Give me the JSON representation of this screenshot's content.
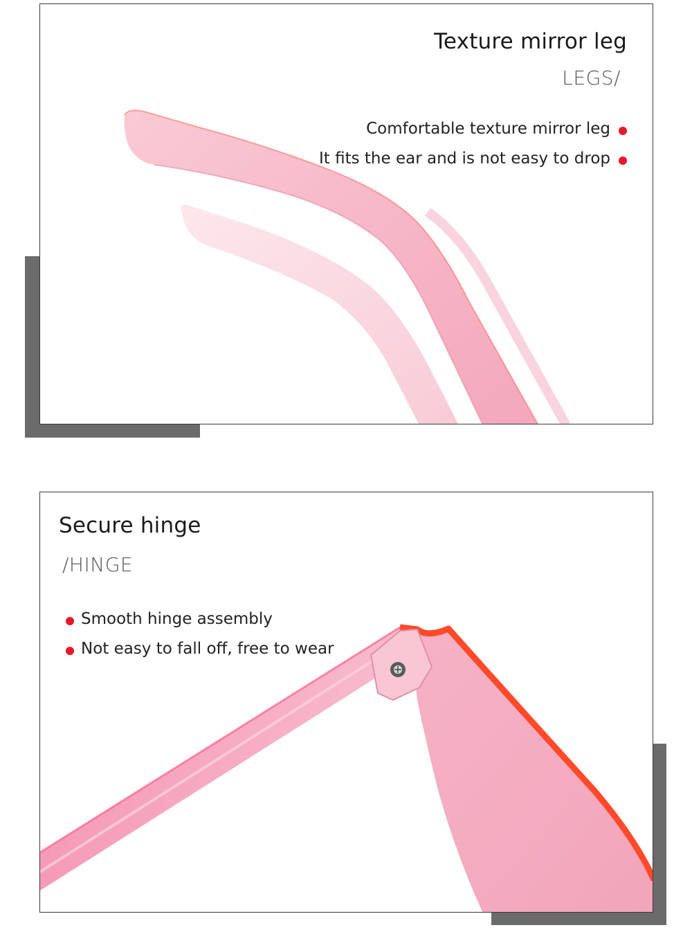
{
  "colors": {
    "accent_dot": "#e8182b",
    "shadow": "#6b6b6b",
    "frame_pink": "#f4a8bd",
    "frame_edge": "#ff5a3c"
  },
  "legs_section": {
    "title": "Texture mirror leg",
    "subtitle": "LEGS/",
    "bullets": [
      "Comfortable texture mirror leg",
      "It fits the ear and is not easy to drop"
    ],
    "image_icon": "pink-sunglasses-temple-arms-photo"
  },
  "hinge_section": {
    "title": "Secure hinge",
    "subtitle": "/HINGE",
    "bullets": [
      "Smooth hinge assembly",
      "Not easy to fall off, free to wear"
    ],
    "image_icon": "pink-sunglasses-hinge-photo"
  }
}
